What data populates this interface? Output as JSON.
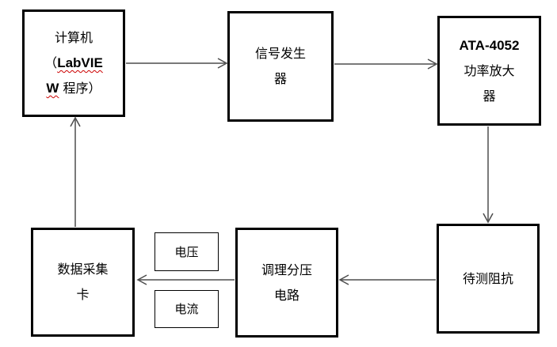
{
  "nodes": {
    "computer": {
      "line1": "计算机",
      "line2_open": "（",
      "line2_word": "LabVIE",
      "line3_word": "W",
      "line3_rest": " 程序）"
    },
    "signal_generator": {
      "lines": [
        "信号发生",
        "器"
      ]
    },
    "power_amplifier": {
      "lines": [
        "ATA-4052",
        "功率放大",
        "器"
      ]
    },
    "impedance_under_test": {
      "lines": [
        "待测阻抗"
      ]
    },
    "conditioning_circuit": {
      "lines": [
        "调理分压",
        "电路"
      ]
    },
    "daq_card": {
      "lines": [
        "数据采集",
        "卡"
      ]
    }
  },
  "labels": {
    "voltage": "电压",
    "current": "电流"
  },
  "connections": [
    {
      "from": "computer",
      "to": "signal_generator",
      "direction": "right"
    },
    {
      "from": "signal_generator",
      "to": "power_amplifier",
      "direction": "right"
    },
    {
      "from": "power_amplifier",
      "to": "impedance_under_test",
      "direction": "down"
    },
    {
      "from": "impedance_under_test",
      "to": "conditioning_circuit",
      "direction": "left"
    },
    {
      "from": "conditioning_circuit",
      "to": "daq_card",
      "direction": "left"
    },
    {
      "from": "daq_card",
      "to": "computer",
      "direction": "up"
    }
  ],
  "colors": {
    "background": "#ffffff",
    "box_border": "#000000",
    "text": "#000000",
    "arrow": "#4d4d4d",
    "spellcheck_underline": "#cc0000"
  }
}
